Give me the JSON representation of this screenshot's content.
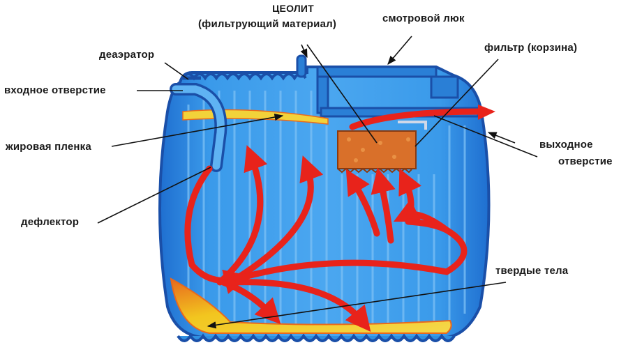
{
  "labels": {
    "zeolite_line1": "ЦЕОЛИТ",
    "zeolite_line2": "(фильтрующий материал)",
    "inspection_hatch": "смотровой люк",
    "deaerator": "деаэратор",
    "filter_basket": "фильтр (корзина)",
    "inlet": "входное отверстие",
    "grease_film": "жировая пленка",
    "outlet_line1": "выходное",
    "outlet_line2": "отверстие",
    "deflector": "дефлектор",
    "solids": "твердые тела"
  },
  "colors": {
    "tank_fill": "#2f8fe0",
    "tank_outline": "#1a4fa8",
    "tank_ribs": "#6bb6f2",
    "flow_arrows": "#e8231b",
    "filter": "#d9702a",
    "sediment": "#f2c61f",
    "grease": "#f2d23a"
  }
}
